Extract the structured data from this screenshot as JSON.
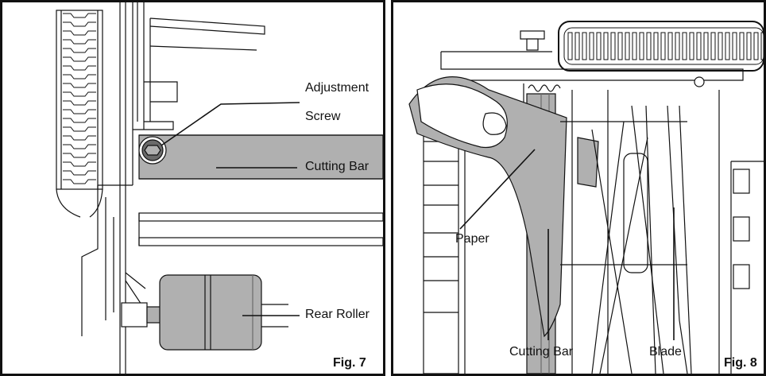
{
  "figures": [
    {
      "id": "fig7",
      "caption": "Fig. 7",
      "labels": {
        "adjustment_screw_line1": "Adjustment",
        "adjustment_screw_line2": "Screw",
        "cutting_bar": "Cutting Bar",
        "rear_roller": "Rear Roller"
      }
    },
    {
      "id": "fig8",
      "caption": "Fig. 8",
      "labels": {
        "paper": "Paper",
        "cutting_bar": "Cutting Bar",
        "blade": "Blade"
      }
    }
  ],
  "colors": {
    "line": "#111111",
    "gray_part": "#b0b0b0",
    "dark_gray": "#6a6a6a",
    "background": "#ffffff"
  }
}
